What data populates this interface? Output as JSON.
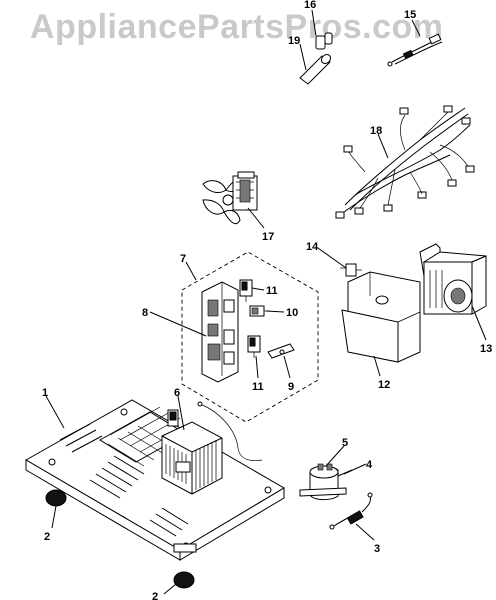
{
  "watermark": "AppliancePartsPros.com",
  "callouts": {
    "c1": "1",
    "c2a": "2",
    "c2b": "2",
    "c3": "3",
    "c4": "4",
    "c5": "5",
    "c6": "6",
    "c7": "7",
    "c8": "8",
    "c9": "9",
    "c10": "10",
    "c11a": "11",
    "c11b": "11",
    "c12": "12",
    "c13": "13",
    "c14": "14",
    "c15": "15",
    "c16": "16",
    "c17": "17",
    "c18": "18",
    "c19": "19"
  }
}
